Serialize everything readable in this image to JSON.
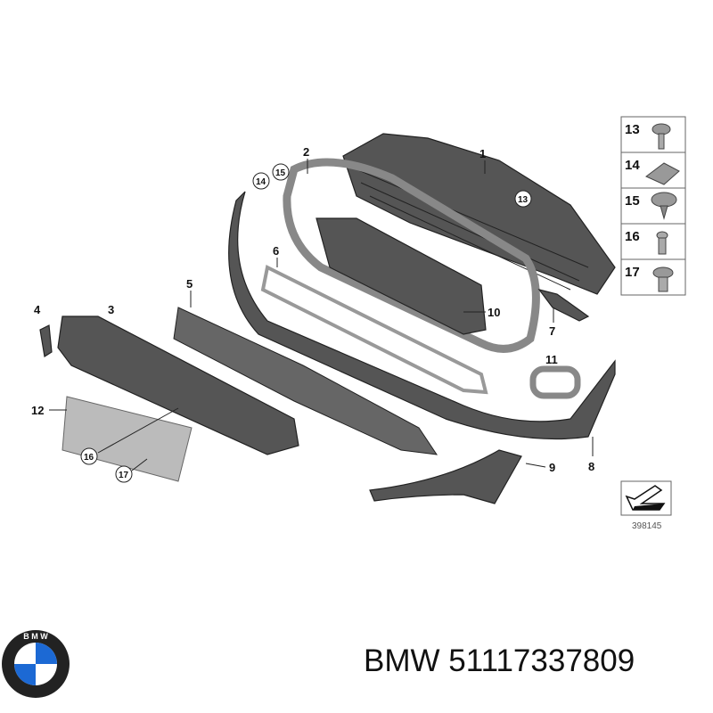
{
  "diagram": {
    "callouts": [
      "1",
      "2",
      "3",
      "4",
      "5",
      "6",
      "7",
      "8",
      "9",
      "10",
      "11",
      "12"
    ],
    "circled_callouts": [
      "13",
      "14",
      "15",
      "16",
      "17"
    ],
    "fastener_legend": [
      {
        "number": "13",
        "icon": "flange-screw"
      },
      {
        "number": "14",
        "icon": "clip-nut"
      },
      {
        "number": "15",
        "icon": "expanding-rivet"
      },
      {
        "number": "16",
        "icon": "bolt"
      },
      {
        "number": "17",
        "icon": "flange-bolt"
      }
    ],
    "reference_number": "398145"
  },
  "caption": {
    "brand": "BMW",
    "part_number": "51117337809",
    "text": "BMW 51117337809"
  },
  "logo": {
    "name": "bmw-logo",
    "text": "BMW",
    "colors": {
      "blue": "#1c69d4",
      "ring": "#111111",
      "white": "#ffffff"
    }
  }
}
